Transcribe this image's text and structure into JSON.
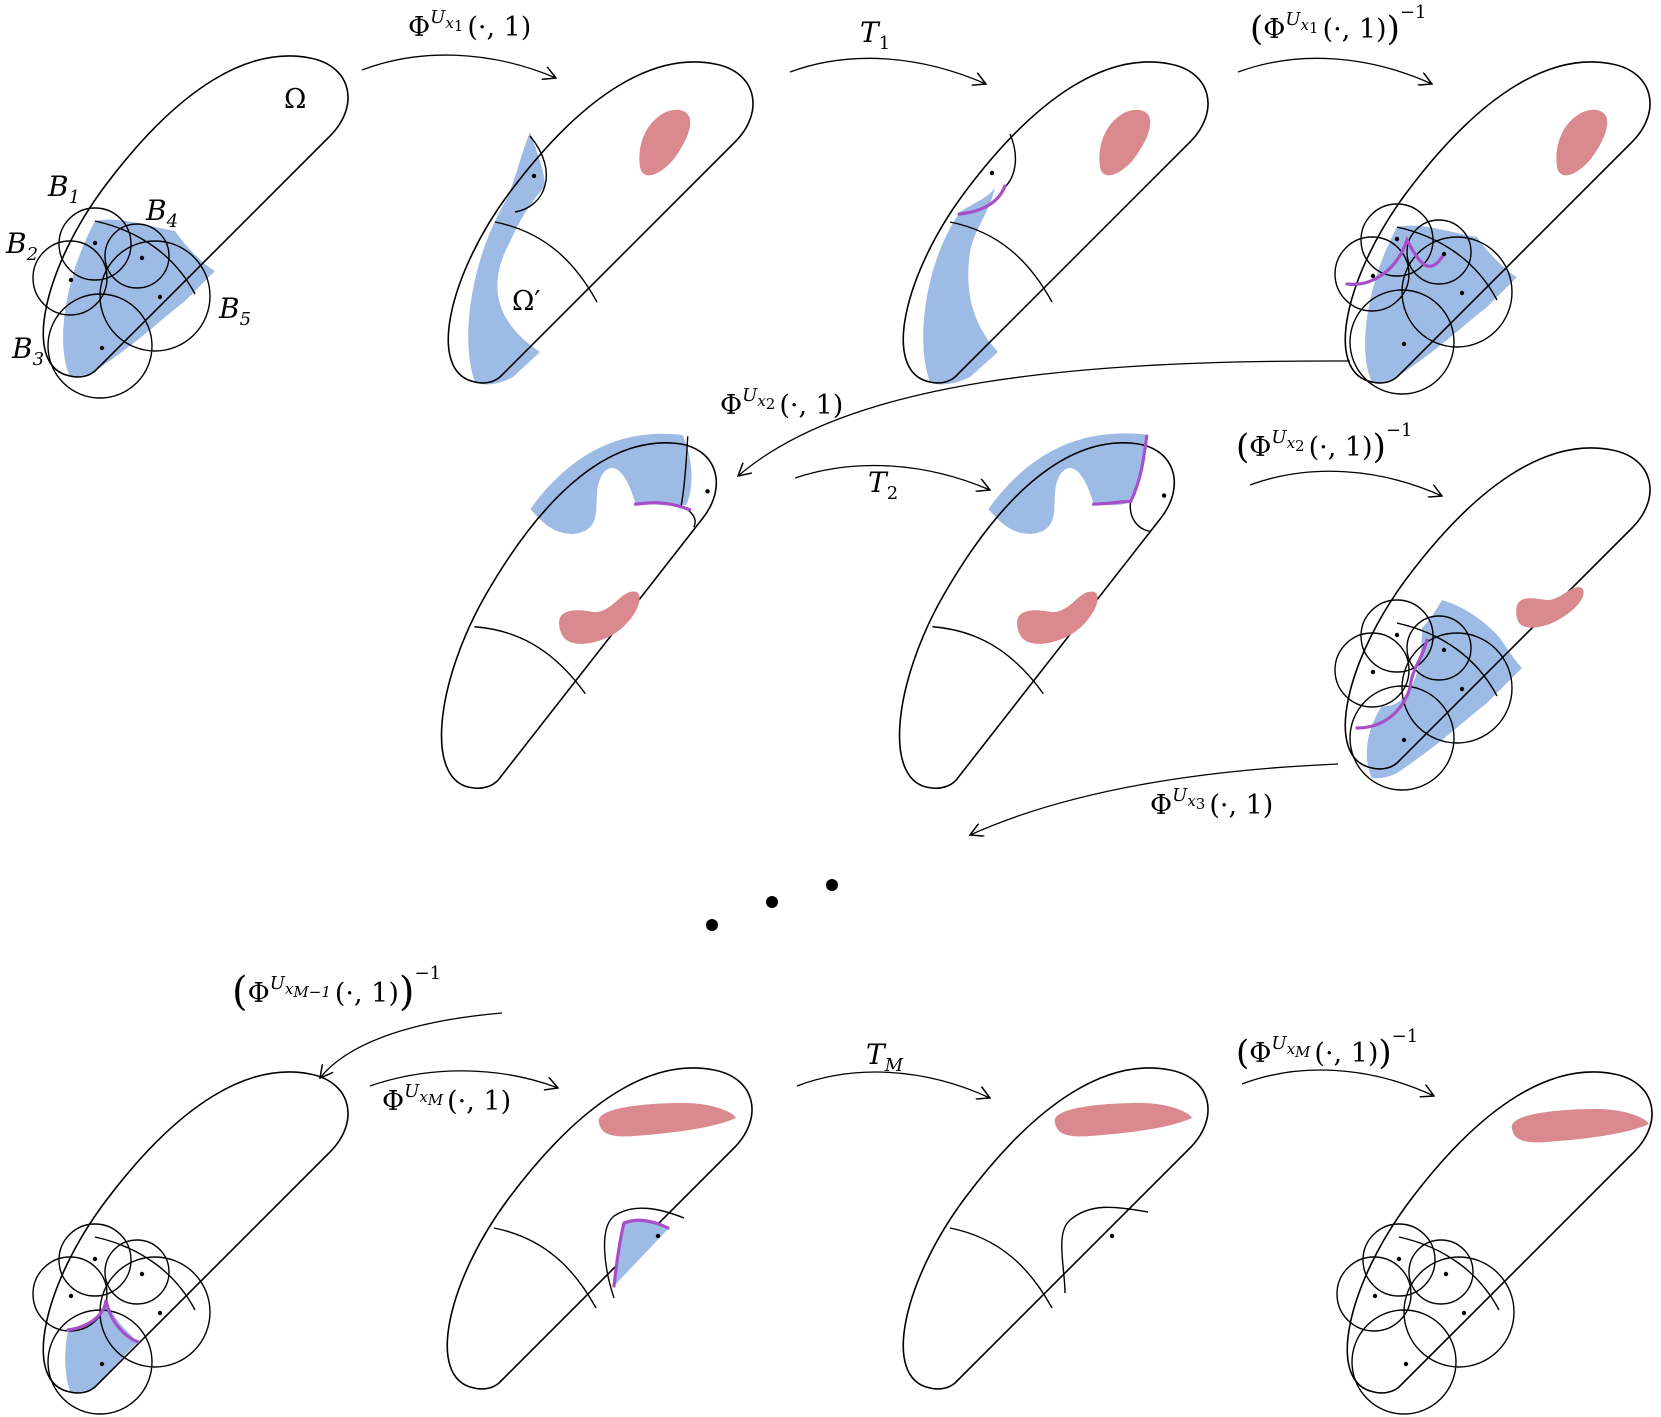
{
  "labels": {
    "omega": "Ω",
    "omega_prime": "Ω′",
    "balls": [
      "1",
      "2",
      "3",
      "4",
      "5"
    ],
    "ball_letter": "B"
  },
  "arrows": [
    {
      "kind": "phi",
      "sub": "1",
      "text": "Φ",
      "sup": "U",
      "subsub": "x",
      "tail": "(·, 1)"
    },
    {
      "kind": "T",
      "text": "T",
      "sub": "1"
    },
    {
      "kind": "phi_inv",
      "text": "Φ",
      "sup": "U",
      "subsub": "x",
      "sub": "1",
      "tail": "(·, 1)",
      "exp": "−1"
    },
    {
      "kind": "phi",
      "sub": "2",
      "text": "Φ",
      "sup": "U",
      "subsub": "x",
      "tail": "(·, 1)"
    },
    {
      "kind": "T",
      "text": "T",
      "sub": "2"
    },
    {
      "kind": "phi_inv",
      "text": "Φ",
      "sup": "U",
      "subsub": "x",
      "sub": "2",
      "tail": "(·, 1)",
      "exp": "−1"
    },
    {
      "kind": "phi",
      "sub": "3",
      "text": "Φ",
      "sup": "U",
      "subsub": "x",
      "tail": "(·, 1)"
    },
    {
      "kind": "phi_inv",
      "text": "Φ",
      "sup": "U",
      "subsub": "x",
      "sub": "M−1",
      "tail": "(·, 1)",
      "exp": "−1"
    },
    {
      "kind": "phi",
      "sub": "M",
      "text": "Φ",
      "sup": "U",
      "subsub": "x",
      "tail": "(·, 1)"
    },
    {
      "kind": "T",
      "text": "T",
      "sub": "M"
    },
    {
      "kind": "phi_inv",
      "text": "Φ",
      "sup": "U",
      "subsub": "x",
      "sub": "M",
      "tail": "(·, 1)",
      "exp": "−1"
    }
  ],
  "colors": {
    "region": "#9ebbe6",
    "target": "#da8a8e",
    "boundary": "#a64fc9"
  }
}
